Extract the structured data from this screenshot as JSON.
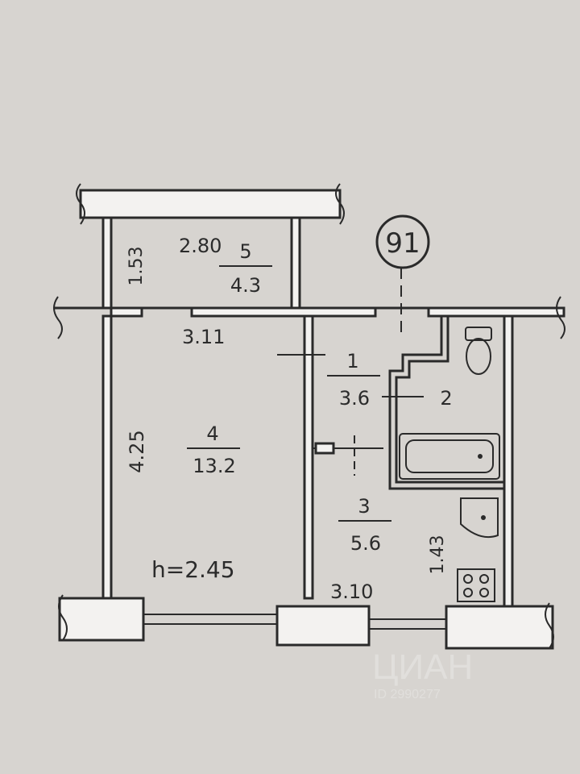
{
  "plan_ref": "91",
  "rooms": [
    {
      "id": "1",
      "area": "3.6"
    },
    {
      "id": "2"
    },
    {
      "id": "3",
      "area": "5.6"
    },
    {
      "id": "4",
      "area": "13.2"
    },
    {
      "id": "5",
      "area": "4.3"
    }
  ],
  "dimensions": {
    "balcony_width": "2.80",
    "balcony_depth": "1.53",
    "room4_width": "3.11",
    "room4_depth": "4.25",
    "kitchen_width": "3.10",
    "kitchen_depth": "1.43"
  },
  "ceiling_height": "h=2.45",
  "watermark": "ЦИАН",
  "watermark_id": "ID 2990277"
}
